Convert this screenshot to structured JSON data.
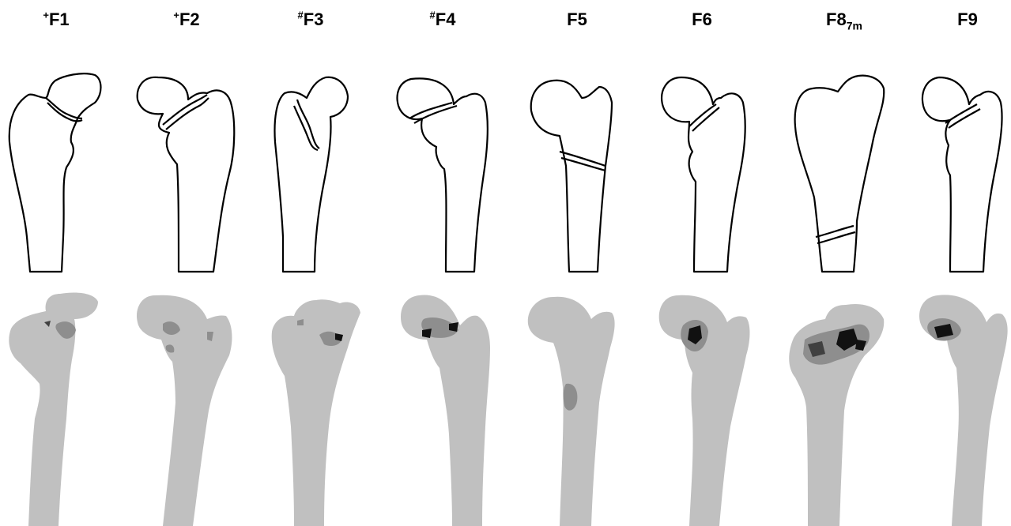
{
  "figure": {
    "femurs": [
      {
        "id": "F1",
        "prefix": "+",
        "name": "F1",
        "suffix": ""
      },
      {
        "id": "F2",
        "prefix": "+",
        "name": "F2",
        "suffix": ""
      },
      {
        "id": "F3",
        "prefix": "#",
        "name": "F3",
        "suffix": ""
      },
      {
        "id": "F4",
        "prefix": "#",
        "name": "F4",
        "suffix": ""
      },
      {
        "id": "F5",
        "prefix": "",
        "name": "F5",
        "suffix": ""
      },
      {
        "id": "F6",
        "prefix": "",
        "name": "F6",
        "suffix": ""
      },
      {
        "id": "F8",
        "prefix": "",
        "name": "F8",
        "suffix": "7m"
      },
      {
        "id": "F9",
        "prefix": "",
        "name": "F9",
        "suffix": ""
      }
    ],
    "colors": {
      "outline": "#000000",
      "bone_gray": "#c0c0c0",
      "damage_mid": "#8e8e8e",
      "damage_dark": "#404040",
      "damage_black": "#111111"
    }
  }
}
